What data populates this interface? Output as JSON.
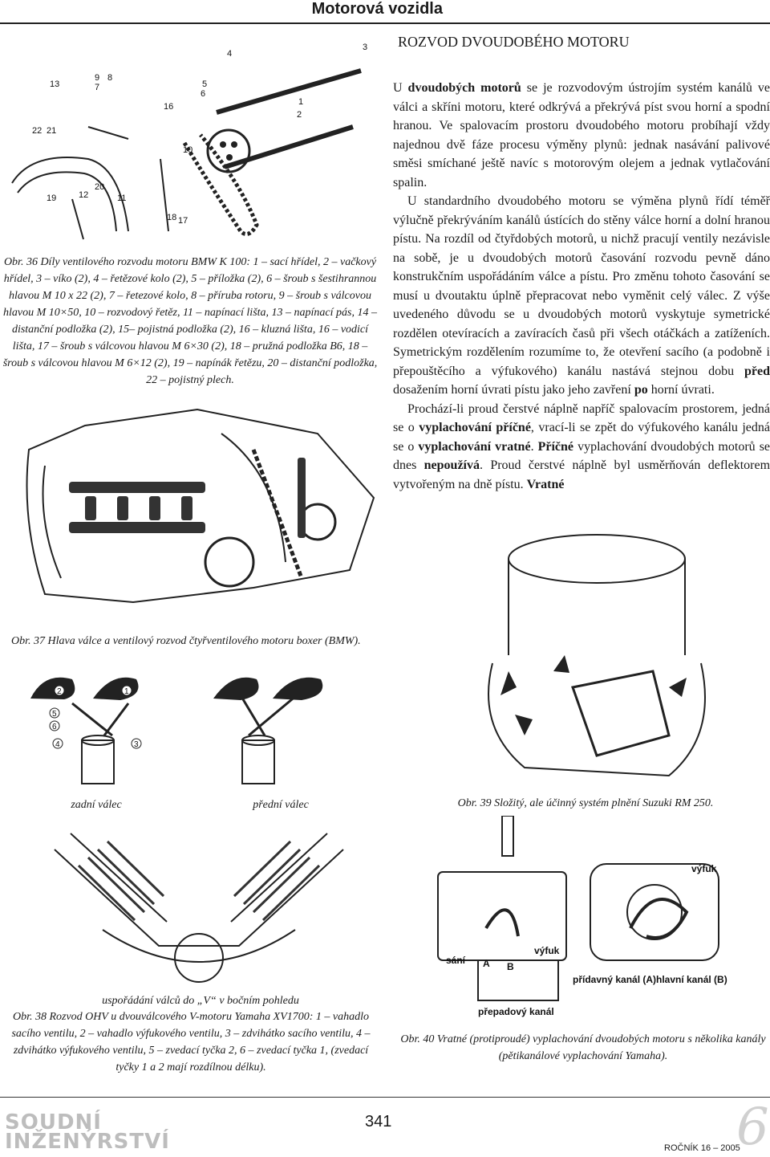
{
  "header": {
    "title": "Motorová vozidla"
  },
  "section_title": "ROZVOD DVOUDOBÉHO MOTORU",
  "body": {
    "p1_lead": "U ",
    "p1_bold": "dvoudobých motorů",
    "p1_rest": " se je rozvodovým ústrojím systém kanálů ve válci a skříni motoru, které odkrývá a překrývá píst svou horní a spodní hranou. Ve spalovacím prostoru dvoudobého motoru probíhají vždy najednou dvě fáze procesu výměny plynů: jednak nasávání palivové směsi smíchané ještě navíc s motorovým olejem a jednak vytlačování spalin.",
    "p2_a": "U standardního dvoudobého motoru se výměna plynů řídí téměř výlučně překrýváním kanálů ústících do stěny válce horní a dolní hranou pístu. Na rozdíl od čtyřdobých motorů, u nichž pracují ventily nezávisle na sobě, je u dvoudobých motorů časování rozvodu pevně dáno konstrukčním uspořádáním válce a pístu. Pro změnu tohoto časování se musí u dvoutaktu úplně přepracovat nebo vyměnit celý válec. Z výše uvedeného důvodu se u dvoudobých motorů vyskytuje symetrické rozdělen otevíracích a zavíracích časů při všech otáčkách a zatíženích. Symetrickým rozdělením rozumíme to, že otevření sacího (a podobně i přepouštěcího a výfukového) kanálu nastává stejnou dobu ",
    "p2_bold1": "před",
    "p2_b": " dosažením horní úvrati pístu jako jeho zavření ",
    "p2_bold2": "po",
    "p2_c": " horní úvrati.",
    "p3_a": "Prochází-li proud čerstvé náplně napříč spalovacím prostorem, jedná se o ",
    "p3_bold1": "vyplachování příčné",
    "p3_b": ", vrací-li se zpět do výfukového kanálu jedná se o ",
    "p3_bold2": "vyplachování vratné",
    "p3_c": ". ",
    "p3_bold3": "Příčné",
    "p3_d": " vyplachování dvoudobých motorů se dnes ",
    "p3_bold4": "nepoužívá",
    "p3_e": ". Proud čerstvé náplně byl usměrňován deflektorem vytvořeným na dně pístu. ",
    "p3_bold5": "Vratné"
  },
  "figures": {
    "fig36": {
      "caption": "Obr. 36 Díly ventilového rozvodu motoru BMW K 100: 1 – sací hřídel, 2 – vačkový hřídel, 3 – víko (2), 4 – řetězové kolo (2), 5 – příložka (2), 6 – šroub s šestihrannou hlavou M 10 x 22 (2), 7 – řetezové kolo, 8 – příruba rotoru, 9 – šroub s válcovou hlavou M 10×50, 10 – rozvodový řetěz, 11 – napínací lišta, 13 – napínací pás, 14 – distanční podložka (2), 15– pojistná podložka (2), 16 – kluzná lišta, 16 – vodicí lišta, 17 – šroub s válcovou hlavou M 6×30 (2), 18 – pružná podložka B6, 18 – šroub s válcovou hlavou M 6×12 (2), 19 – napínák řetězu, 20 – distanční podložka, 22 – pojistný plech.",
      "labels": [
        "4",
        "13",
        "9",
        "8",
        "7",
        "5",
        "6",
        "16",
        "3",
        "1",
        "2",
        "10",
        "22",
        "21",
        "12",
        "20",
        "19",
        "11",
        "18",
        "17"
      ]
    },
    "fig37": {
      "caption": "Obr. 37 Hlava válce a ventilový rozvod čtyřventilového motoru boxer (BMW)."
    },
    "fig38": {
      "sub_left": "zadní válec",
      "sub_right": "přední válec",
      "sub_bottom": "uspořádání válců do „V“ v bočním pohledu",
      "caption": "Obr. 38 Rozvod OHV u dvouválcového V-motoru Yamaha XV1700: 1 – vahadlo sacího ventilu, 2 – vahadlo výfukového ventilu, 3 – zdvihátko sacího ventilu, 4 – zdvihátko výfukového ventilu, 5 – zvedací tyčka 2, 6 – zvedací tyčka 1, (zvedací tyčky 1 a 2 mají rozdílnou délku).",
      "markers": [
        "2",
        "1",
        "5",
        "6",
        "4",
        "3"
      ]
    },
    "fig39": {
      "caption": "Obr. 39 Složitý, ale účinný systém plnění Suzuki RM 250."
    },
    "fig40": {
      "caption": "Obr. 40 Vratné (protiproudé) vyplachování dvoudobých motoru s několika kanály (pětikanálové vyplachování Yamaha).",
      "labels": {
        "vyfuk": "výfuk",
        "vyfuk2": "výfuk",
        "sani": "sání",
        "a": "A",
        "b": "B",
        "pridavny": "přídavný kanál (A)",
        "hlavni": "hlavní kanál (B)",
        "prepadovy": "přepadový kanál"
      }
    }
  },
  "footer": {
    "logo_line1": "SOUDNÍ",
    "logo_line2": "INŽENÝRSTVÍ",
    "page_number": "341",
    "issue": "ROČNÍK 16 – 2005",
    "issue_number": "6"
  }
}
